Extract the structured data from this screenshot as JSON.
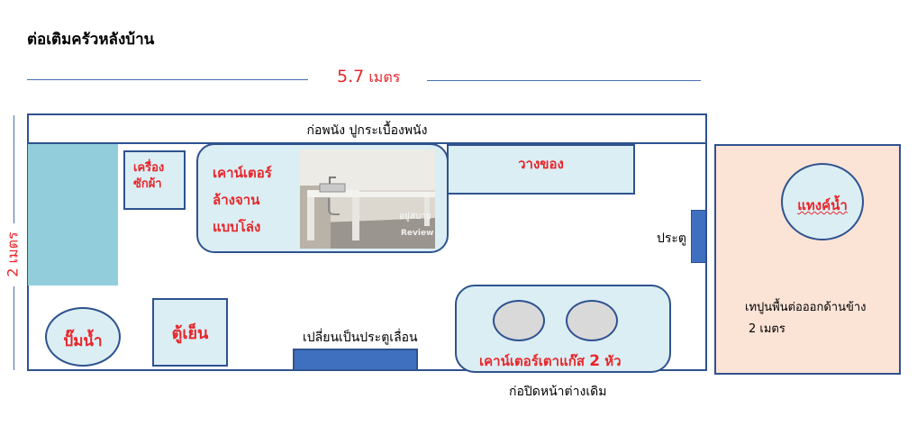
{
  "title": "ต่อเติมครัวหลังบ้าน",
  "dimensions": {
    "width_value": "5.7",
    "width_unit": "เมตร",
    "height_label": "2 เมตร"
  },
  "labels": {
    "wall": "ก่อพนัง ปูกระเบื้องพนัง",
    "washer_line1": "เครื่อง",
    "washer_line2": "ซักผ้า",
    "sink_line1": "เคาน์เตอร์",
    "sink_line2": "ล้างจาน",
    "sink_line3": "แบบโล่ง",
    "shelf": "วางของ",
    "door": "ประตู",
    "pump": "ปั๊มน้ำ",
    "fridge": "ตู้เย็น",
    "sliding_door": "เปลี่ยนเป็นประตูเลื่อน",
    "stove_text": "เคาน์เตอร์เตาแก๊ส",
    "stove_count": "2",
    "stove_unit": "หัว",
    "bottom_wall": "ก่อปิดหน้าต่างเดิม",
    "water_tank": "แทงค์น้ำ",
    "extension_line1": "เทปูนพื้นต่อออกด้านข้าง",
    "extension_line2": "2 เมตร",
    "watermark_line1": "อยู่สบาย",
    "watermark_line2": "Review"
  },
  "colors": {
    "accent_red": "#e8262a",
    "outline_blue": "#2f528f",
    "fixture_fill": "#dbeef4",
    "tank_fill": "#92cddc",
    "door_fill": "#3f6fbf",
    "extension_fill": "#fbe3d6"
  }
}
